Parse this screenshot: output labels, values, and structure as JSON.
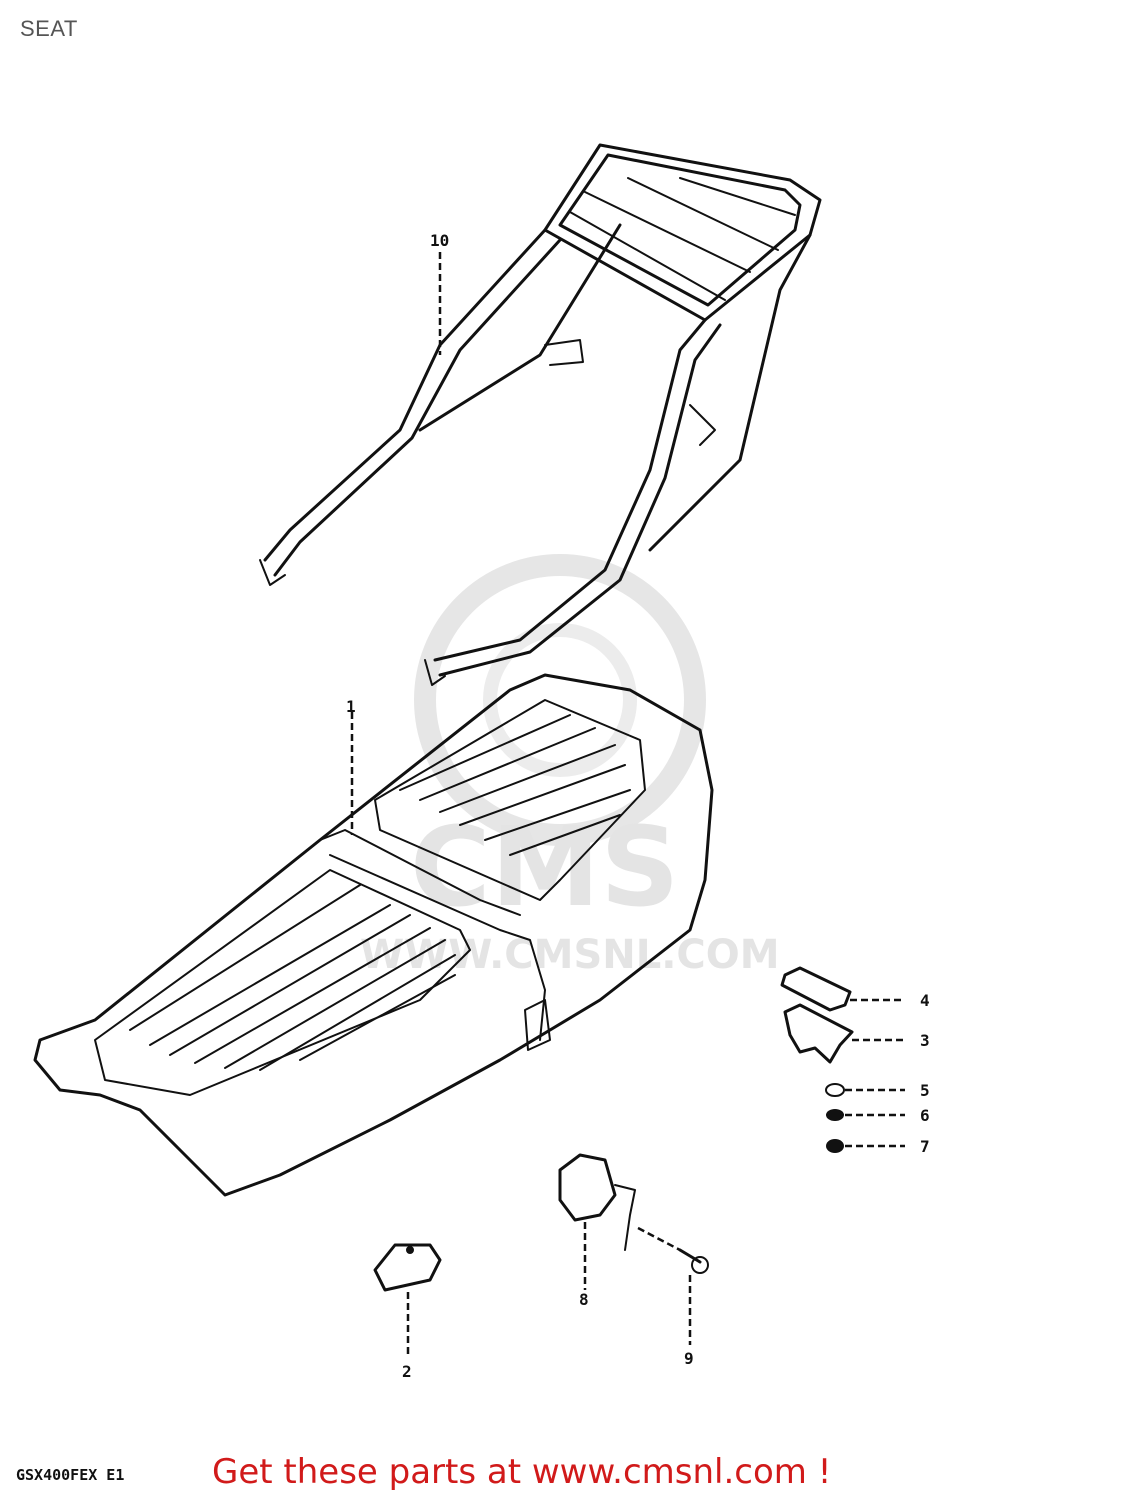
{
  "page": {
    "title": "SEAT"
  },
  "diagram": {
    "model_code": "GSX400FEX E1",
    "parts": [
      {
        "ref": "1"
      },
      {
        "ref": "2"
      },
      {
        "ref": "3"
      },
      {
        "ref": "4"
      },
      {
        "ref": "5"
      },
      {
        "ref": "6"
      },
      {
        "ref": "7"
      },
      {
        "ref": "8"
      },
      {
        "ref": "9"
      },
      {
        "ref": "10"
      }
    ]
  },
  "watermark": {
    "brand": "CMS",
    "url": "WWW.CMSNL.COM"
  },
  "footer": {
    "promo_text": "Get these parts at www.cmsnl.com !"
  },
  "colors": {
    "promo": "#d11a1a",
    "ink": "#111111",
    "watermark": "#e4e4e4"
  }
}
